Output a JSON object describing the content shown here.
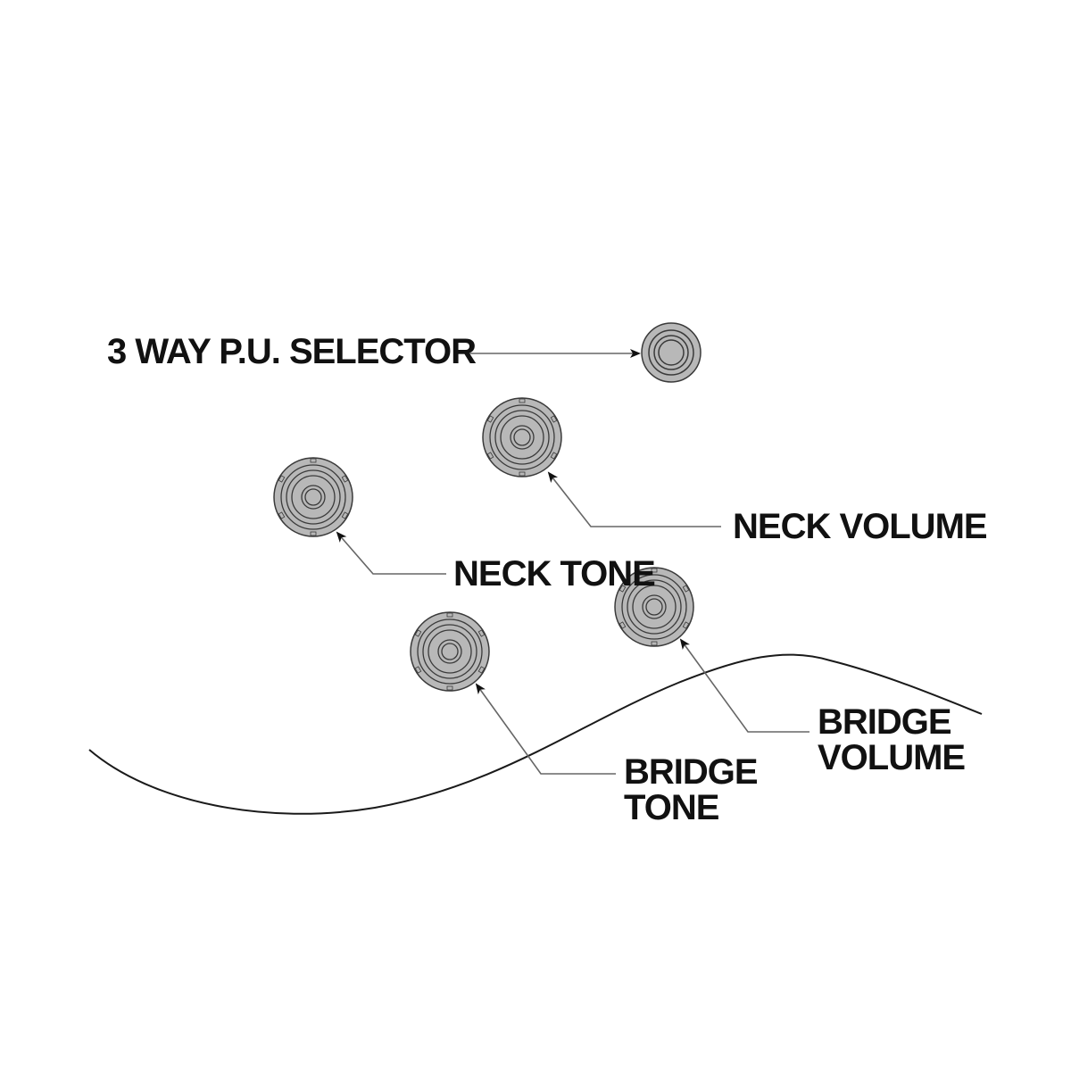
{
  "title": "Guitar control layout",
  "colors": {
    "knob_fill": "#b8b8b8",
    "knob_stroke": "#3a3a3a",
    "leader": "#666666",
    "text": "#111111",
    "body_outline": "#1a1a1a"
  },
  "controls": [
    {
      "id": "selector",
      "label_lines": [
        "3 WAY P.U. SELECTOR"
      ],
      "type": "switch"
    },
    {
      "id": "neck-volume",
      "label_lines": [
        "NECK VOLUME"
      ],
      "type": "knob"
    },
    {
      "id": "neck-tone",
      "label_lines": [
        "NECK TONE"
      ],
      "type": "knob"
    },
    {
      "id": "bridge-volume",
      "label_lines": [
        "BRIDGE",
        "VOLUME"
      ],
      "type": "knob"
    },
    {
      "id": "bridge-tone",
      "label_lines": [
        "BRIDGE",
        "TONE"
      ],
      "type": "knob"
    }
  ]
}
